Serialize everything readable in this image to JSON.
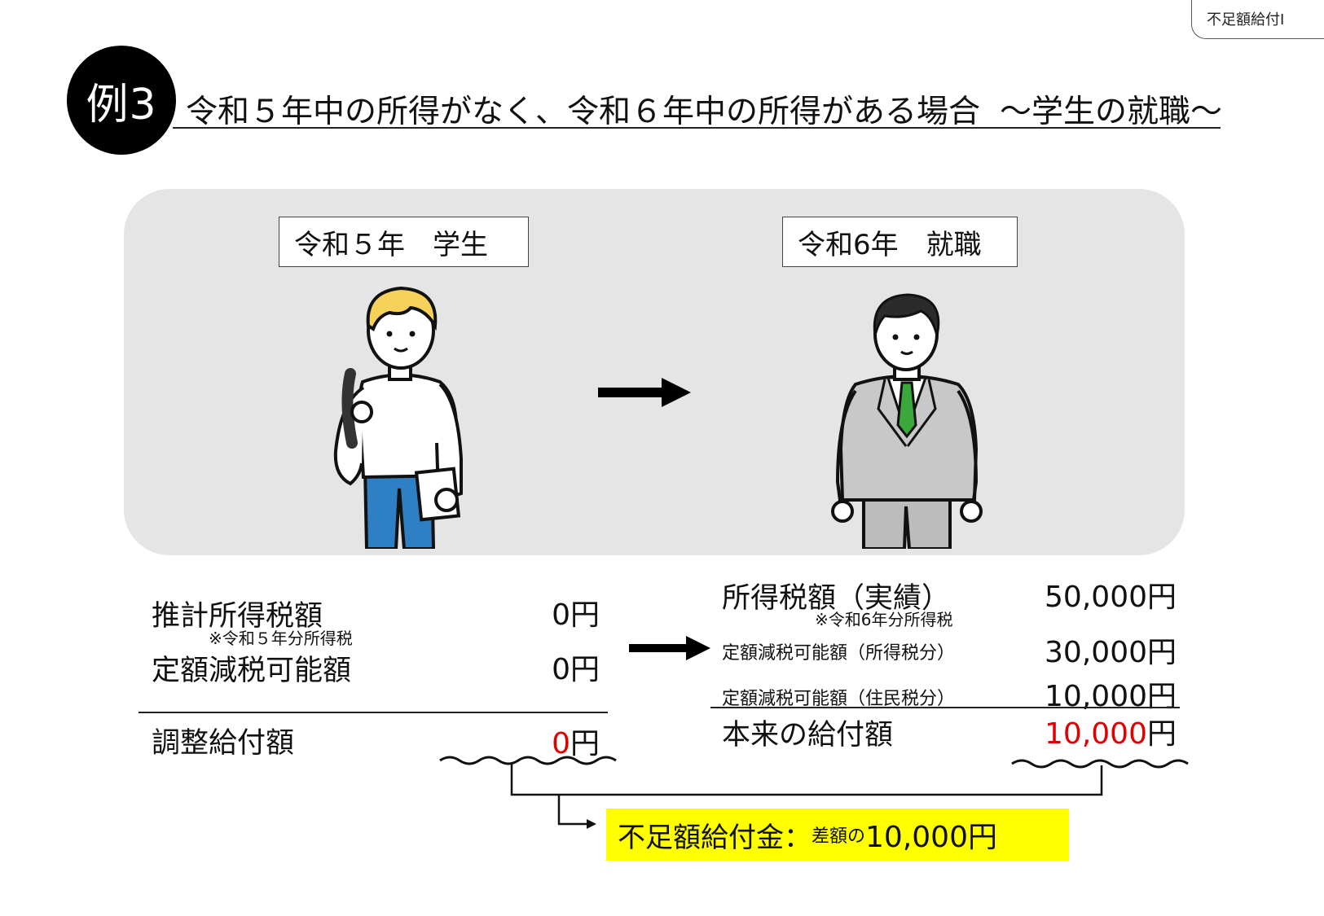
{
  "corner_tag": "不足額給付Ⅰ",
  "header": {
    "badge": "例3",
    "title": "令和５年中の所得がなく、令和６年中の所得がある場合",
    "subtitle": "～学生の就職～"
  },
  "panel": {
    "left_label": "令和５年　学生",
    "right_label": "令和6年　就職"
  },
  "left_block": {
    "estimated_tax_label": "推計所得税額",
    "estimated_tax_note": "※令和５年分所得税",
    "estimated_tax_value": "0円",
    "fixed_reduction_label": "定額減税可能額",
    "fixed_reduction_value": "0円",
    "adjusted_benefit_label": "調整給付額",
    "adjusted_benefit_value_num": "0",
    "adjusted_benefit_value_unit": "円"
  },
  "right_block": {
    "income_tax_label": "所得税額（実績）",
    "income_tax_note": "※令和6年分所得税",
    "income_tax_value": "50,000円",
    "reduction_income_label": "定額減税可能額（所得税分）",
    "reduction_income_value": "30,000円",
    "reduction_resident_label": "定額減税可能額（住民税分）",
    "reduction_resident_value": "10,000円",
    "original_benefit_label": "本来の給付額",
    "original_benefit_value_num": "10,000",
    "original_benefit_value_unit": "円"
  },
  "callout": {
    "label": "不足額給付金：",
    "small": "差額の",
    "amount": "10,000円"
  },
  "colors": {
    "accent_red": "#e00000",
    "highlight_yellow": "#ffff00",
    "panel_gray": "#e5e5e5",
    "tie_green": "#3aa83a",
    "pants_blue": "#2f7fc4"
  }
}
